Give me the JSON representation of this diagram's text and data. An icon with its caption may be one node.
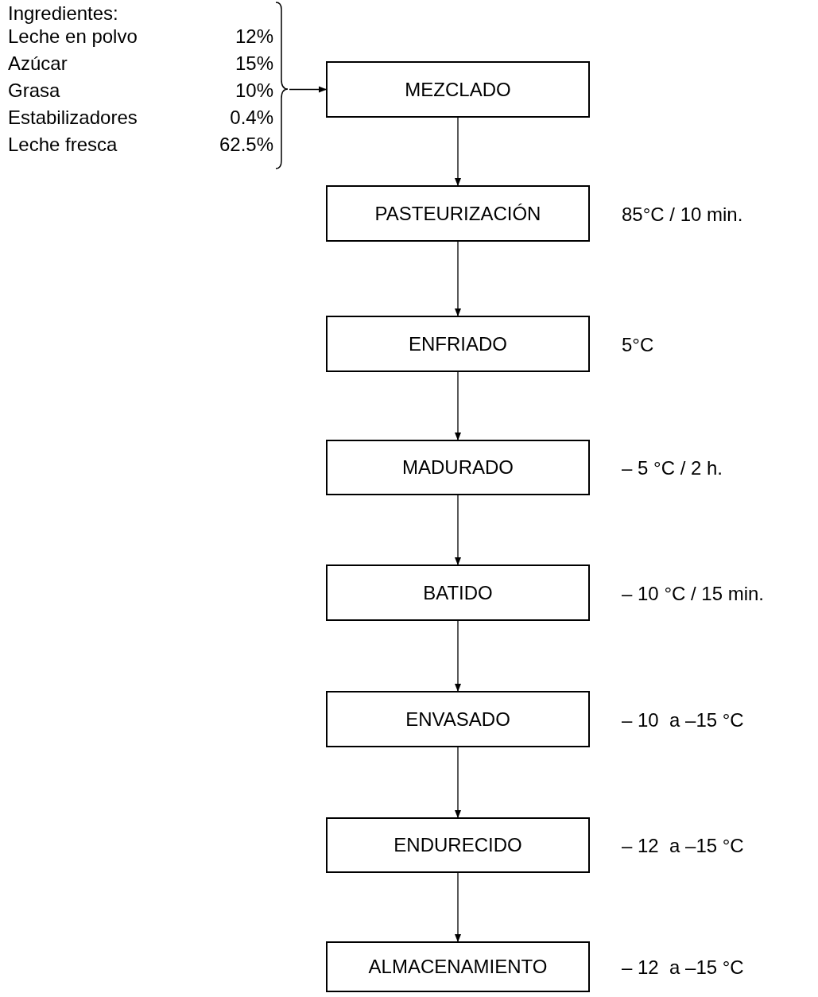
{
  "diagram": {
    "nodes": [
      {
        "text": [
          "Ingredientes:",
          "Leche en polvo",
          "12%",
          "Azúcar",
          "15%",
          "Grasa",
          "10%",
          "Estabilizadores",
          "0.4%",
          "Leche fresca",
          "62.5%"
        ]
      },
      {
        "text": [
          "MEZCLADO"
        ]
      },
      {
        "text": [
          "PASTEURIZACIÓN"
        ],
        "beside": [
          "85°C / 10 min."
        ]
      },
      {
        "text": [
          "ENFRIADO"
        ],
        "beside": [
          "5°C"
        ]
      },
      {
        "text": [
          "MADURADO"
        ],
        "beside": [
          "– 5 °C / 2 h."
        ]
      },
      {
        "text": [
          "BATIDO"
        ],
        "beside": [
          "– 10 °C / 15 min."
        ]
      },
      {
        "text": [
          "ENVASADO"
        ],
        "beside": [
          "– 10  a –15 °C"
        ]
      },
      {
        "text": [
          "ENDURECIDO"
        ],
        "beside": [
          "– 12  a –15 °C"
        ]
      },
      {
        "text": [
          "ALMACENAMIENTO"
        ],
        "beside": [
          "– 12  a –15 °C"
        ]
      }
    ],
    "edges": [
      {
        "from": 0,
        "to": 1,
        "arrow": "to"
      },
      {
        "from": 1,
        "to": 2,
        "arrow": "to"
      },
      {
        "from": 2,
        "to": 3,
        "arrow": "to"
      },
      {
        "from": 3,
        "to": 4,
        "arrow": "to"
      },
      {
        "from": 4,
        "to": 5,
        "arrow": "to"
      },
      {
        "from": 5,
        "to": 6,
        "arrow": "to"
      },
      {
        "from": 6,
        "to": 7,
        "arrow": "to"
      },
      {
        "from": 7,
        "to": 8,
        "arrow": "to"
      }
    ]
  }
}
